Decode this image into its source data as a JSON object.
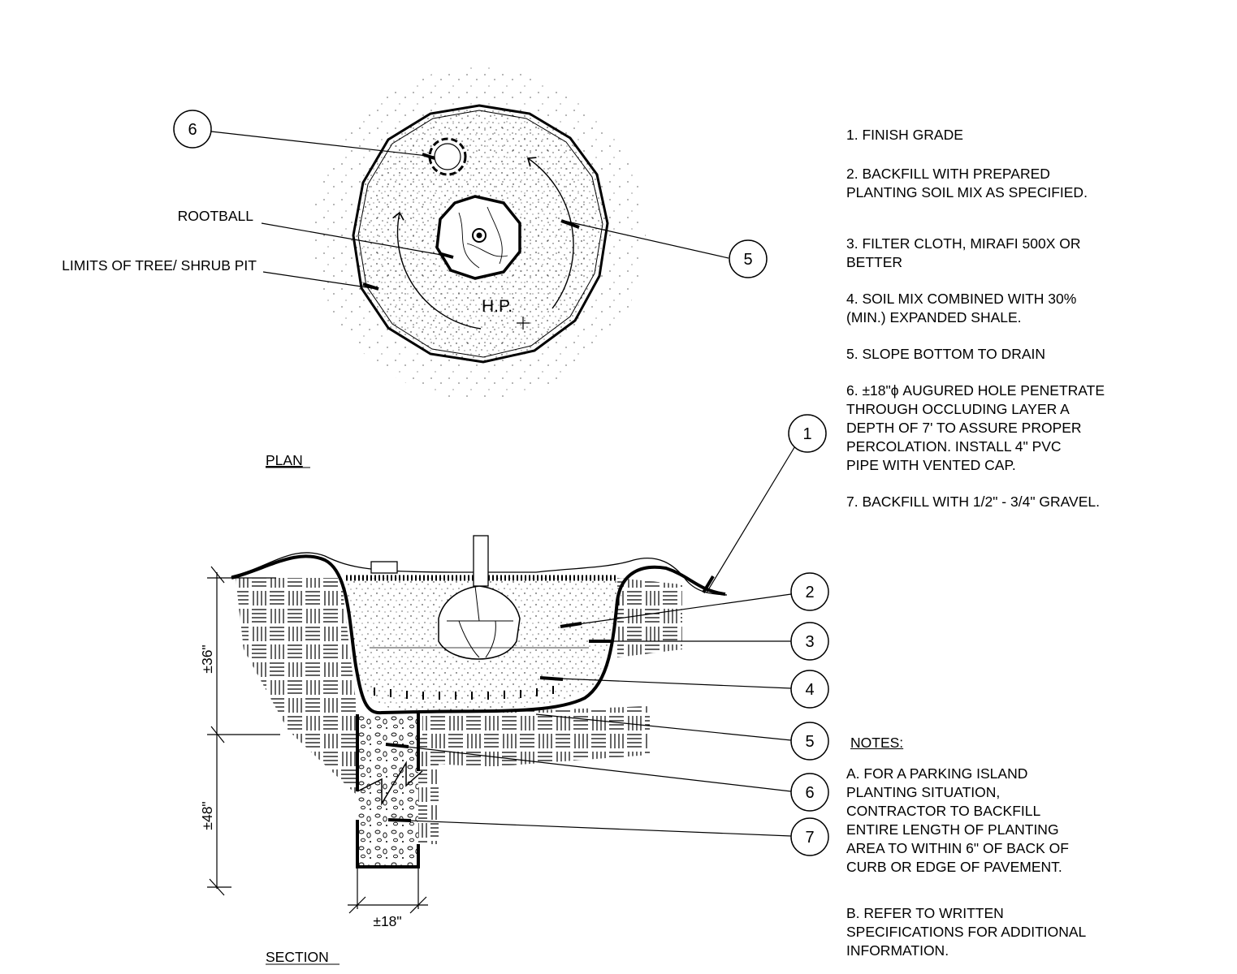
{
  "plan": {
    "label": "PLAN",
    "callouts": {
      "rootball": "ROOTBALL",
      "limits": "LIMITS OF TREE/ SHRUB PIT",
      "hp": "H.P."
    },
    "bubbles": [
      "6",
      "5"
    ]
  },
  "section": {
    "label": "SECTION",
    "dimensions": {
      "upper": "±36\"",
      "lower": "±48\"",
      "width": "±18\""
    },
    "bubbles": [
      "1",
      "2",
      "3",
      "4",
      "5",
      "6",
      "7"
    ]
  },
  "legend": [
    "1. FINISH GRADE",
    "2. BACKFILL WITH PREPARED\n    PLANTING SOIL MIX AS SPECIFIED.",
    "3. FILTER CLOTH, MIRAFI 500X OR\n    BETTER",
    "4. SOIL MIX COMBINED WITH 30%\n    (MIN.) EXPANDED SHALE.",
    "5. SLOPE BOTTOM TO DRAIN",
    "6. ±18\"ϕ AUGURED HOLE PENETRATE\n    THROUGH OCCLUDING LAYER A\n    DEPTH OF 7' TO ASSURE PROPER\n    PERCOLATION. INSTALL 4\" PVC\n    PIPE WITH VENTED CAP.",
    "7. BACKFILL WITH 1/2\" - 3/4\" GRAVEL."
  ],
  "notes": {
    "title": "NOTES:",
    "items": [
      "A. FOR A PARKING ISLAND\n    PLANTING SITUATION,\n    CONTRACTOR TO BACKFILL\n    ENTIRE LENGTH OF PLANTING\n    AREA TO WITHIN 6\" OF BACK OF\n    CURB OR EDGE OF PAVEMENT.",
      "B.  REFER TO WRITTEN\n     SPECIFICATIONS FOR ADDITIONAL\n     INFORMATION."
    ]
  }
}
